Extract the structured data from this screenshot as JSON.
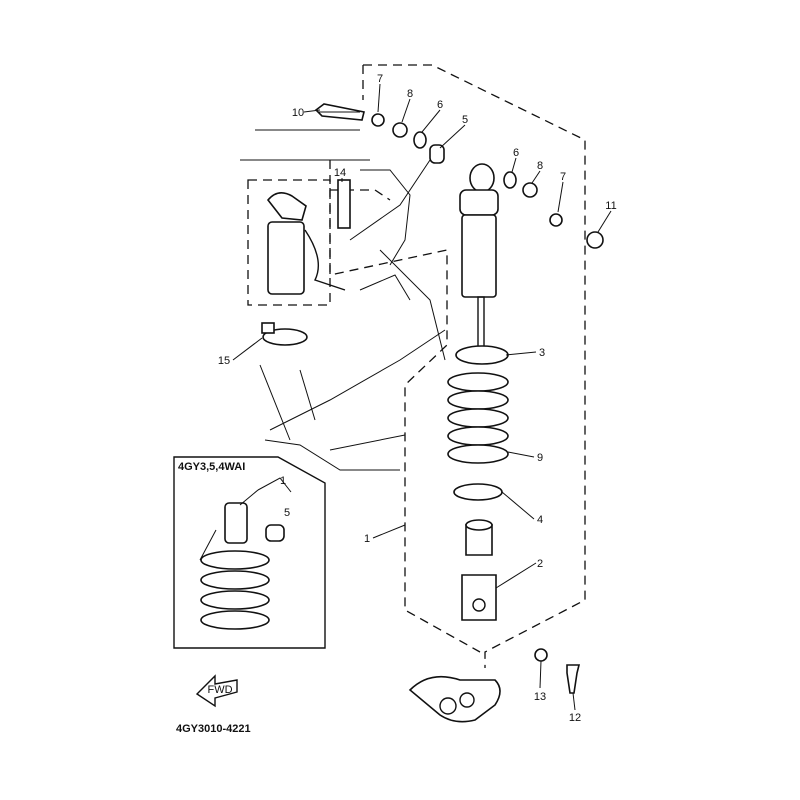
{
  "diagram": {
    "part_number": "4GY3010-4221",
    "inset_title": "4GY3,5,4WAI",
    "fwd_label": "FWD",
    "callouts": {
      "c10": "10",
      "c7a": "7",
      "c8a": "8",
      "c6a": "6",
      "c5": "5",
      "c14": "14",
      "c6b": "6",
      "c8b": "8",
      "c7b": "7",
      "c11": "11",
      "c15": "15",
      "c3": "3",
      "c9": "9",
      "c4": "4",
      "c1": "1",
      "c2": "2",
      "c13": "13",
      "c12": "12",
      "inset1": "1",
      "inset5": "5"
    }
  }
}
